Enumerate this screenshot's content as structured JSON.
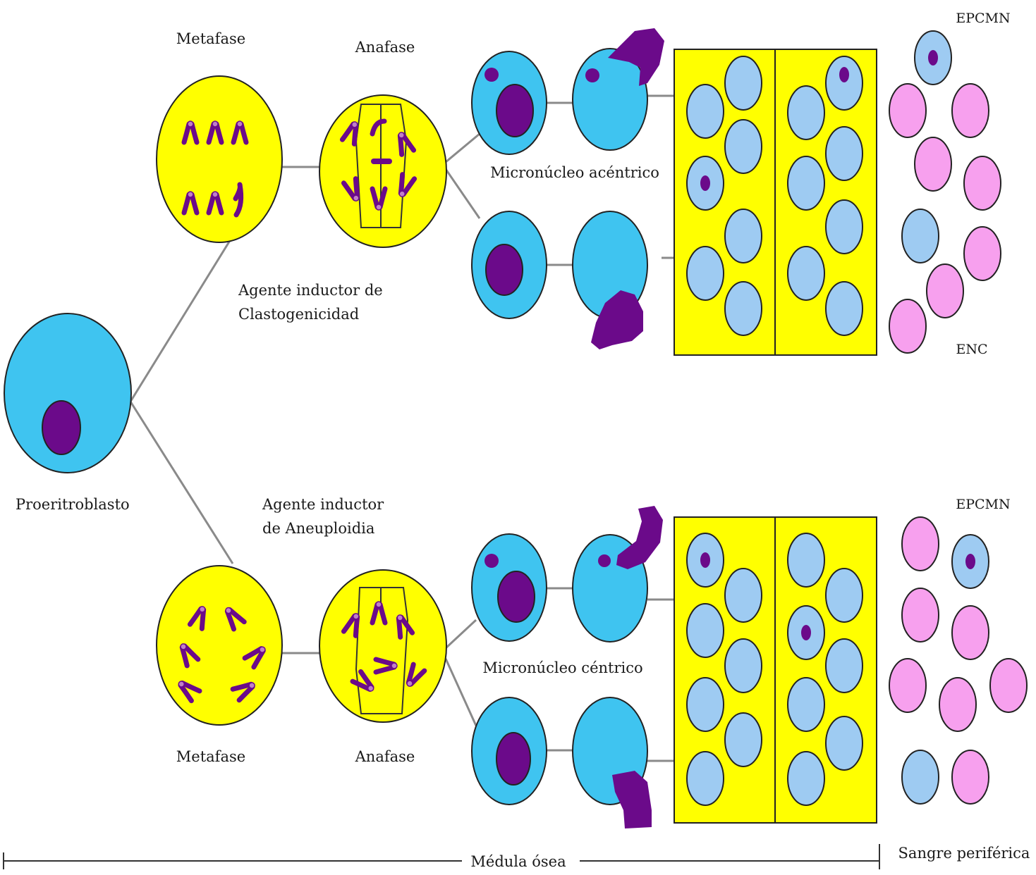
{
  "labels": {
    "metaphase_top": "Metafase",
    "anaphase_top": "Anafase",
    "acentric_micronucleus": "Micronúcleo acéntrico",
    "clastogen_agent_line1": "Agente inductor de",
    "clastogen_agent_line2": "Clastogenicidad",
    "proerythroblast": "Proeritroblasto",
    "aneuploidy_agent_line1": "Agente inductor",
    "aneuploidy_agent_line2": "de Aneuploidia",
    "centric_micronucleus": "Micronúcleo céntrico",
    "metaphase_bottom": "Metafase",
    "anaphase_bottom": "Anafase",
    "epcmn_top": "EPCMN",
    "enc": "ENC",
    "epcmn_bottom": "EPCMN",
    "bone_marrow": "Médula ósea",
    "peripheral_blood": "Sangre periférica"
  },
  "colors": {
    "cell_cyan": "#3fc4f0",
    "nucleus_purple": "#6b0a8a",
    "yellow": "#ffff00",
    "light_blue_erythrocyte": "#9ecbf2",
    "pink_erythrocyte": "#f7a0ee",
    "line_gray": "#8a8a8a"
  }
}
